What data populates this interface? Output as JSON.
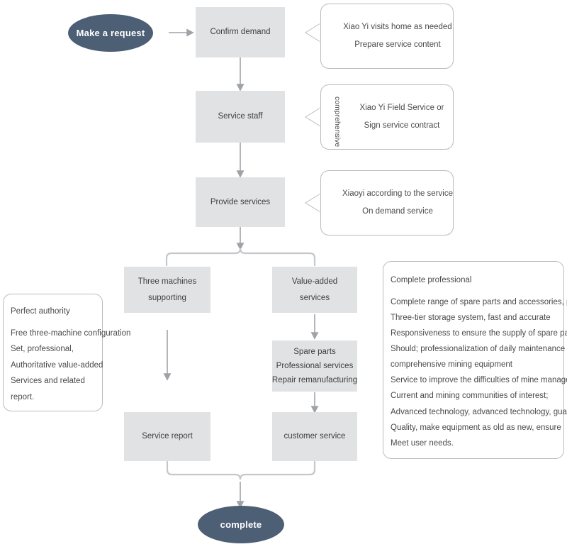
{
  "diagram": {
    "title_nodes": {
      "start": "Make a request",
      "end": "complete"
    },
    "steps": [
      {
        "id": "confirm-demand",
        "lines": [
          "Confirm demand"
        ]
      },
      {
        "id": "service-staff",
        "lines": [
          "Service staff"
        ]
      },
      {
        "id": "provide-services",
        "lines": [
          "Provide services"
        ]
      },
      {
        "id": "three-machines",
        "lines": [
          "Three machines",
          "supporting"
        ]
      },
      {
        "id": "value-added",
        "lines": [
          "Value-added",
          "services"
        ]
      },
      {
        "id": "spare-parts",
        "lines": [
          "Spare parts",
          "Professional services",
          "Repair remanufacturing"
        ]
      },
      {
        "id": "service-report",
        "lines": [
          "Service report"
        ]
      },
      {
        "id": "customer-service",
        "lines": [
          "customer service"
        ]
      }
    ],
    "callouts": [
      {
        "id": "callout-confirm-demand",
        "side_label": "",
        "lines": [
          "Xiao Yi visits home as needed",
          "Prepare service content"
        ]
      },
      {
        "id": "callout-service-staff",
        "side_label": "comprehensive",
        "lines": [
          "Xiao Yi Field Service or",
          "Sign service contract"
        ]
      },
      {
        "id": "callout-provide-services",
        "side_label": "",
        "lines": [
          "Xiaoyi according to the service",
          "On demand service"
        ]
      }
    ],
    "notes": [
      {
        "id": "note-perfect-authority",
        "title": "Perfect authority",
        "lines": [
          "Free three-machine configuration",
          "Set, professional,",
          "Authoritative value-added",
          "Services and related",
          "report."
        ]
      },
      {
        "id": "note-complete-professional",
        "title": "Complete professional",
        "lines": [
          "Complete range of spare parts and accessories, perfect",
          "Three-tier storage system, fast and accurate",
          "Responsiveness to ensure the supply of spare parts",
          "Should; professionalization of daily maintenance of",
          "comprehensive mining equipment",
          "Service to improve the difficulties of mine management",
          "Current and mining communities of interest;",
          "Advanced technology, advanced technology, guarantee",
          "Quality, make equipment as old as new, ensure",
          "Meet user needs."
        ]
      }
    ],
    "colors": {
      "terminator_fill": "#4d5f75",
      "terminator_text": "#ffffff",
      "process_fill": "#e1e2e4",
      "process_text": "#3e3e3e",
      "connector": "#b9bcbf",
      "outline": "#b9bcbf",
      "background": "#ffffff"
    }
  }
}
